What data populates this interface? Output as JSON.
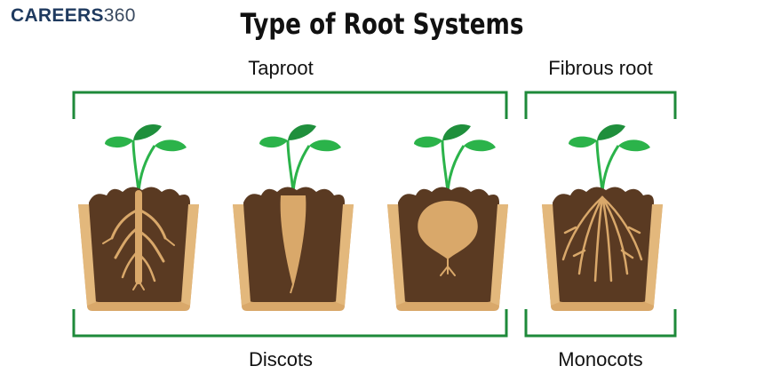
{
  "logo": {
    "brand": "CAREERS",
    "number": "360"
  },
  "title": "Type of Root Systems",
  "groups": {
    "taproot_label": "Taproot",
    "fibrous_label": "Fibrous root",
    "dicot_label": "Discots",
    "monocot_label": "Monocots"
  },
  "colors": {
    "bracket": "#1e8a3a",
    "leaf": "#2bb34a",
    "leaf_dark": "#1f8f3c",
    "soil": "#5a3a22",
    "pot": "#d9a86a",
    "root": "#d9a86a"
  },
  "plants": [
    {
      "group": "taproot",
      "root_type": "branched taproot"
    },
    {
      "group": "taproot",
      "root_type": "conical taproot"
    },
    {
      "group": "taproot",
      "root_type": "napiform taproot"
    },
    {
      "group": "fibrous",
      "root_type": "fibrous roots"
    }
  ]
}
